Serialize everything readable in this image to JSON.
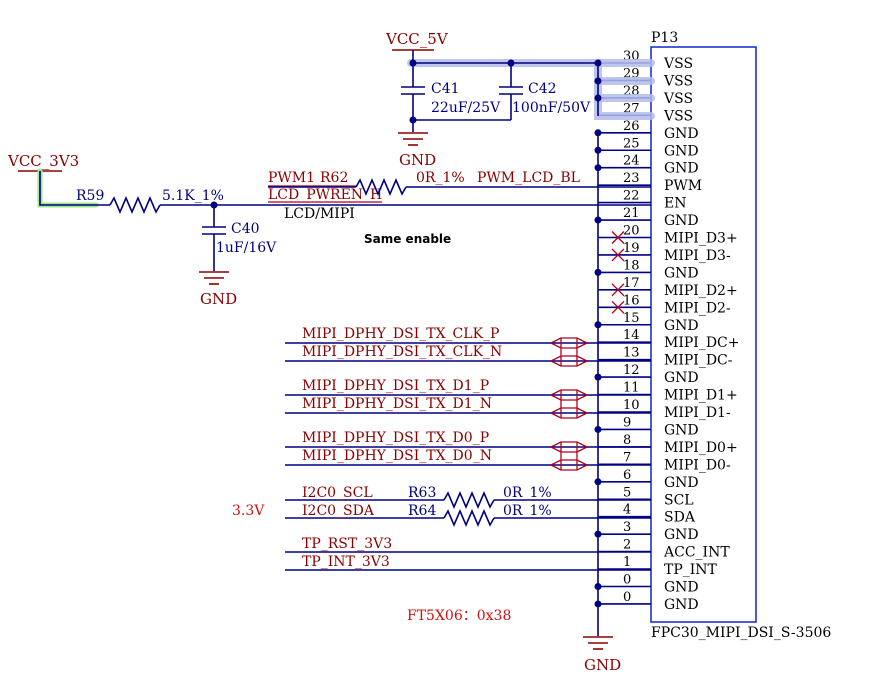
{
  "connector": {
    "designator": "P13",
    "part": "FPC30_MIPI_DSI_S-3506",
    "pins": [
      {
        "num": "30",
        "name": "VSS"
      },
      {
        "num": "29",
        "name": "VSS"
      },
      {
        "num": "28",
        "name": "VSS"
      },
      {
        "num": "27",
        "name": "VSS"
      },
      {
        "num": "26",
        "name": "GND"
      },
      {
        "num": "25",
        "name": "GND"
      },
      {
        "num": "24",
        "name": "GND"
      },
      {
        "num": "23",
        "name": "PWM"
      },
      {
        "num": "22",
        "name": "EN"
      },
      {
        "num": "21",
        "name": "GND"
      },
      {
        "num": "20",
        "name": "MIPI_D3+"
      },
      {
        "num": "19",
        "name": "MIPI_D3-"
      },
      {
        "num": "18",
        "name": "GND"
      },
      {
        "num": "17",
        "name": "MIPI_D2+"
      },
      {
        "num": "16",
        "name": "MIPI_D2-"
      },
      {
        "num": "15",
        "name": "GND"
      },
      {
        "num": "14",
        "name": "MIPI_DC+"
      },
      {
        "num": "13",
        "name": "MIPI_DC-"
      },
      {
        "num": "12",
        "name": "GND"
      },
      {
        "num": "11",
        "name": "MIPI_D1+"
      },
      {
        "num": "10",
        "name": "MIPI_D1-"
      },
      {
        "num": "9",
        "name": "GND"
      },
      {
        "num": "8",
        "name": "MIPI_D0+"
      },
      {
        "num": "7",
        "name": "MIPI_D0-"
      },
      {
        "num": "6",
        "name": "GND"
      },
      {
        "num": "5",
        "name": "SCL"
      },
      {
        "num": "4",
        "name": "SDA"
      },
      {
        "num": "3",
        "name": "GND"
      },
      {
        "num": "2",
        "name": "ACC_INT"
      },
      {
        "num": "1",
        "name": "TP_INT"
      },
      {
        "num": "0",
        "name": "GND"
      },
      {
        "num": "0",
        "name": "GND"
      }
    ]
  },
  "power": {
    "vcc5": "VCC_5V",
    "vcc33": "VCC_3V3",
    "gnd": "GND"
  },
  "components": {
    "c41": {
      "ref": "C41",
      "value": "22uF/25V"
    },
    "c42": {
      "ref": "C42",
      "value": "100nF/50V"
    },
    "c40": {
      "ref": "C40",
      "value": "1uF/16V"
    },
    "r59": {
      "ref": "R59",
      "value": "5.1K_1%"
    },
    "r62": {
      "ref": "R62",
      "value": "0R_1%"
    },
    "r63": {
      "ref": "R63",
      "value": "0R_1%"
    },
    "r64": {
      "ref": "R64",
      "value": "0R_1%"
    }
  },
  "nets": {
    "pwm1": "PWM1",
    "pwm_lcd_bl": "PWM_LCD_BL",
    "lcd_pwren": "LCD_PWREN_H",
    "lcd_mipi": "LCD/MIPI",
    "clk_p": "MIPI_DPHY_DSI_TX_CLK_P",
    "clk_n": "MIPI_DPHY_DSI_TX_CLK_N",
    "d1_p": "MIPI_DPHY_DSI_TX_D1_P",
    "d1_n": "MIPI_DPHY_DSI_TX_D1_N",
    "d0_p": "MIPI_DPHY_DSI_TX_D0_P",
    "d0_n": "MIPI_DPHY_DSI_TX_D0_N",
    "i2c_scl": "I2C0_SCL",
    "i2c_sda": "I2C0_SDA",
    "tp_rst": "TP_RST_3V3",
    "tp_int": "TP_INT_3V3"
  },
  "notes": {
    "same_enable": "Same enable",
    "v33": "3.3V",
    "ft5x06": "FT5X06：0x38"
  },
  "colors": {
    "wire": "#000080",
    "net_label": "#8a0000",
    "highlight": "#b4bcea",
    "connector_box": "#2030d0",
    "annotation": "#d01010"
  }
}
